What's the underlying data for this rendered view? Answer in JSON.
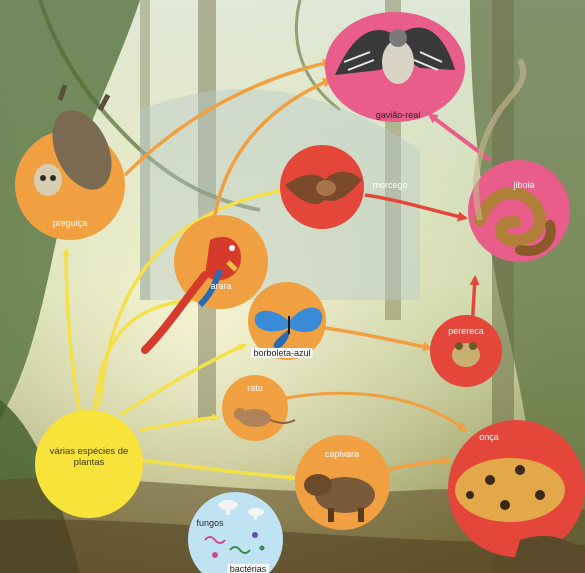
{
  "nodes": {
    "gaviao": "gavião-real",
    "preguica": "preguiça",
    "morcego": "morcego",
    "jiboia": "jiboia",
    "arara": "arara",
    "borboleta": "borboleta-azul",
    "perereca": "perereca",
    "rato": "rato",
    "plantas": "várias espécies de plantas",
    "capivara": "capivara",
    "onca": "onça",
    "fungos": "fungos",
    "bacterias": "bactérias"
  },
  "colors": {
    "producer": "#f7e33a",
    "primary_consumer": "#f0a040",
    "secondary_consumer": "#e4473a",
    "top_consumer": "#e85d8a",
    "decomposer": "#bfe3f3",
    "arrow_yellow": "#f5e04a",
    "arrow_orange": "#f0a040",
    "arrow_red": "#e4473a",
    "arrow_pink": "#e85d8a"
  }
}
